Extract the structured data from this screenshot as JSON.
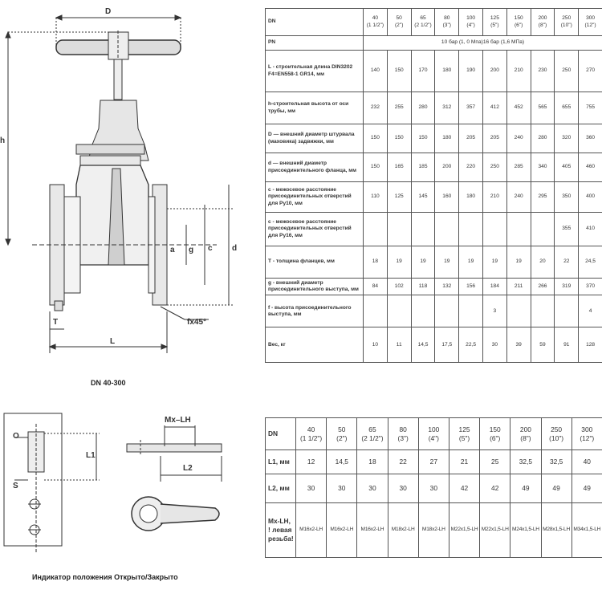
{
  "drawing": {
    "labels": {
      "D": "D",
      "h": "h",
      "T": "T",
      "L": "L",
      "fx": "fx45°",
      "a": "a",
      "g": "g",
      "c": "c",
      "d": "d",
      "O": "O",
      "S": "S",
      "L1": "L1",
      "L2": "L2",
      "MxLH": "Mx–LH"
    },
    "caption_main": "DN 40-300",
    "caption_indicator": "Индикатор положения Открыто/Закрыто"
  },
  "table_main": {
    "header_label": "DN",
    "dn": [
      {
        "v": "40",
        "in": "(1 1/2\")"
      },
      {
        "v": "50",
        "in": "(2\")"
      },
      {
        "v": "65",
        "in": "(2 1/2\")"
      },
      {
        "v": "80",
        "in": "(3\")"
      },
      {
        "v": "100",
        "in": "(4\")"
      },
      {
        "v": "125",
        "in": "(5\")"
      },
      {
        "v": "150",
        "in": "(6\")"
      },
      {
        "v": "200",
        "in": "(8\")"
      },
      {
        "v": "250",
        "in": "(10\")"
      },
      {
        "v": "300",
        "in": "(12\")"
      }
    ],
    "pn_label": "PN",
    "pn_value": "10 бар (1, 0 Мпа)16 бар (1,6 МПа)",
    "rows": [
      {
        "label": "L - строительная длина DIN3202 F4=EN558-1 GR14, мм",
        "values": [
          "140",
          "150",
          "170",
          "180",
          "190",
          "200",
          "210",
          "230",
          "250",
          "270"
        ]
      },
      {
        "label": "h-строительная высота от оси трубы, мм",
        "values": [
          "232",
          "255",
          "280",
          "312",
          "357",
          "412",
          "452",
          "565",
          "655",
          "755"
        ]
      },
      {
        "label": "D — внешний диаметр штурвала (маховика) задвижки, мм",
        "values": [
          "150",
          "150",
          "150",
          "180",
          "205",
          "205",
          "240",
          "280",
          "320",
          "360"
        ]
      },
      {
        "label": "d — внешний диаметр присоединительного фланца, мм",
        "values": [
          "150",
          "165",
          "185",
          "200",
          "220",
          "250",
          "285",
          "340",
          "405",
          "460"
        ]
      },
      {
        "label": "c - межосевое расстояние присоединительных отверстий для Ру10, мм",
        "values": [
          "110",
          "125",
          "145",
          "160",
          "180",
          "210",
          "240",
          "295",
          "350",
          "400"
        ]
      },
      {
        "label": "c - межосевое расстояние присоединительных отверстий для Ру16, мм",
        "values": [
          "",
          "",
          "",
          "",
          "",
          "",
          "",
          "",
          "355",
          "410"
        ]
      },
      {
        "label": "T - толщина фланцев, мм",
        "values": [
          "18",
          "19",
          "19",
          "19",
          "19",
          "19",
          "19",
          "20",
          "22",
          "24,5"
        ]
      },
      {
        "label": "g - внешний диаметр присоединительного выступа, мм",
        "values": [
          "84",
          "102",
          "118",
          "132",
          "156",
          "184",
          "211",
          "266",
          "319",
          "370"
        ]
      },
      {
        "label": "f - высота присоединительного выступа, мм",
        "values": [
          "",
          "",
          "",
          "",
          "",
          "3",
          "",
          "",
          "",
          "4"
        ]
      },
      {
        "label": "Вес, кг",
        "values": [
          "10",
          "11",
          "14,5",
          "17,5",
          "22,5",
          "30",
          "39",
          "59",
          "91",
          "128"
        ]
      }
    ]
  },
  "table_indicator": {
    "header_label": "DN",
    "dn": [
      {
        "v": "40",
        "in": "(1 1/2\")"
      },
      {
        "v": "50",
        "in": "(2\")"
      },
      {
        "v": "65",
        "in": "(2 1/2\")"
      },
      {
        "v": "80",
        "in": "(3\")"
      },
      {
        "v": "100",
        "in": "(4\")"
      },
      {
        "v": "125",
        "in": "(5\")"
      },
      {
        "v": "150",
        "in": "(6\")"
      },
      {
        "v": "200",
        "in": "(8\")"
      },
      {
        "v": "250",
        "in": "(10\")"
      },
      {
        "v": "300",
        "in": "(12\")"
      }
    ],
    "rows": [
      {
        "label": "L1, мм",
        "values": [
          "12",
          "14,5",
          "18",
          "22",
          "27",
          "21",
          "25",
          "32,5",
          "32,5",
          "40"
        ]
      },
      {
        "label": "L2, мм",
        "values": [
          "30",
          "30",
          "30",
          "30",
          "30",
          "42",
          "42",
          "49",
          "49",
          "49"
        ]
      },
      {
        "label": "Mx-LH, ! левая резьба!",
        "values": [
          "M16x2-LH",
          "M16x2-LH",
          "M16x2-LH",
          "M18x2-LH",
          "M18x2-LH",
          "M22x1,5-LH",
          "M22x1,5-LH",
          "M24x1,5-LH",
          "M28x1,5-LH",
          "M34x1,5-LH"
        ]
      }
    ]
  }
}
